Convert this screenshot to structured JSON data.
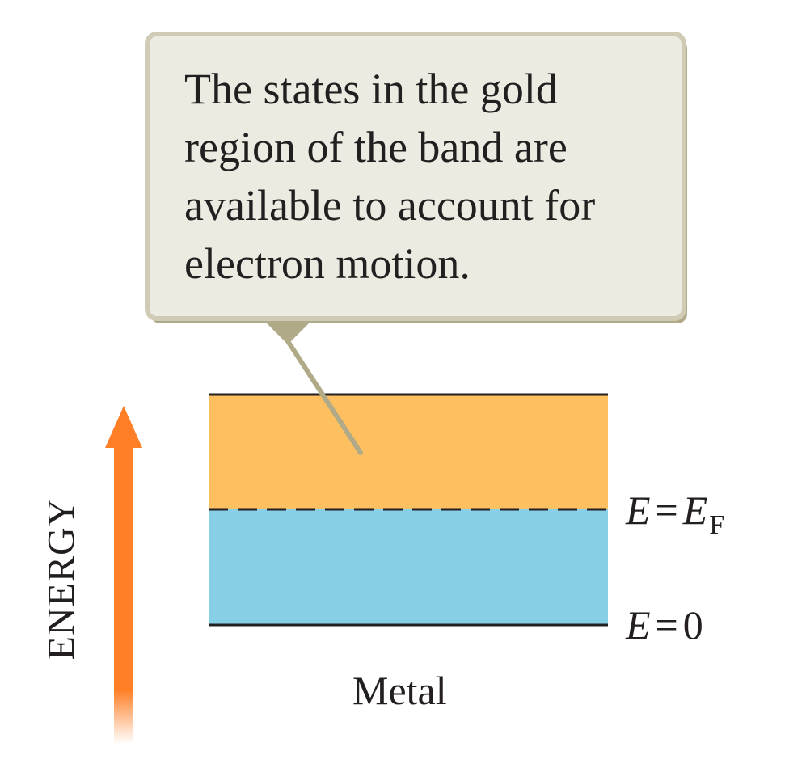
{
  "callout": {
    "lines": [
      "The states in the gold",
      "region of the band are",
      "available to account for",
      "electron motion."
    ]
  },
  "levels": {
    "fermi": {
      "symbol": "E",
      "equals": "=",
      "rhs": "E",
      "subscript": "F"
    },
    "zero": {
      "symbol": "E",
      "equals": "=",
      "rhs": "0"
    }
  },
  "band_label": "Metal",
  "axis_label": "ENERGY",
  "colors": {
    "empty_band": "#fdbf5f",
    "filled_band": "#87cfe6",
    "arrow": "#ff7f27",
    "callout_fill": "#ecebe2",
    "callout_border": "#cfcbb5",
    "callout_shadow": "#b0aa88",
    "text": "#231f20"
  }
}
